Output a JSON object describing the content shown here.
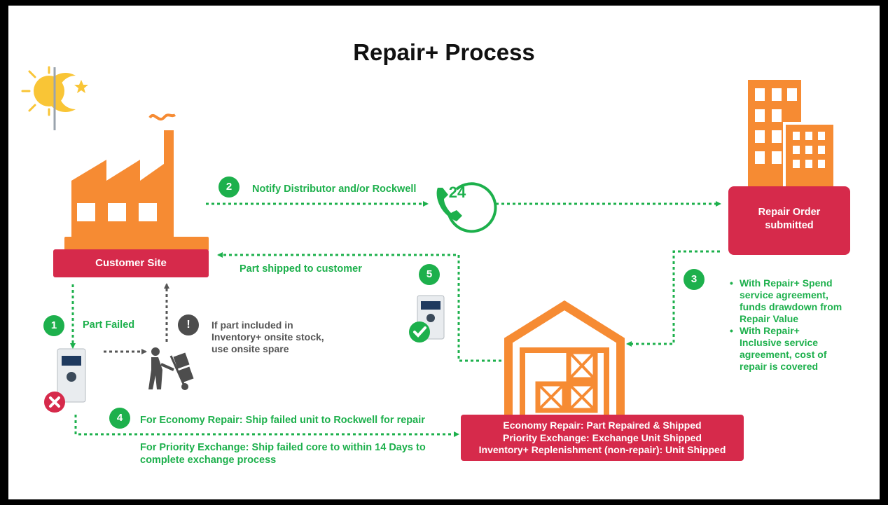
{
  "title": "Repair+ Process",
  "nodes": {
    "customer_site": "Customer Site",
    "repair_order": [
      "Repair Order",
      "submitted"
    ],
    "outcome": [
      "Economy Repair: Part Repaired & Shipped",
      "Priority Exchange: Exchange Unit Shipped",
      "Inventory+ Replenishment (non-repair): Unit Shipped"
    ]
  },
  "steps": {
    "s1": {
      "num": "1",
      "label": "Part Failed"
    },
    "s2": {
      "num": "2",
      "label": "Notify Distributor and/or Rockwell"
    },
    "s3": {
      "num": "3",
      "bullets": [
        [
          "With Repair+ Spend",
          "service agreement,",
          "funds drawdown from",
          "Repair Value"
        ],
        [
          "With Repair+",
          "Inclusive service",
          "agreement, cost of",
          "repair is covered"
        ]
      ]
    },
    "s4": {
      "num": "4",
      "label": "For Economy Repair: Ship failed unit to Rockwell for repair",
      "sub": [
        "For Priority Exchange: Ship failed core to within 14 Days to",
        "complete exchange process"
      ]
    },
    "s5": {
      "num": "5"
    },
    "alt": {
      "num": "!",
      "lines": [
        "If part included in",
        "Inventory+ onsite stock,",
        "use onsite spare"
      ]
    },
    "return": "Part shipped to customer"
  },
  "phone_badge": "24",
  "colors": {
    "green": "#1db04c",
    "orange": "#f68b33",
    "crimson": "#d62a4b",
    "gray": "#4d4d4d"
  }
}
